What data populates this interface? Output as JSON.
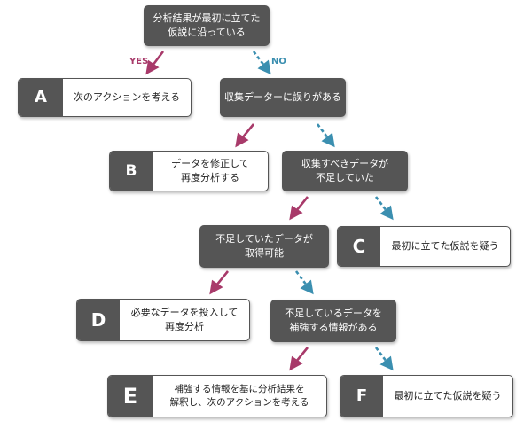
{
  "labels": {
    "yes": "YES",
    "no": "NO"
  },
  "colors": {
    "yes": "#a83a6a",
    "no": "#3b8fb0",
    "box": "#555555"
  },
  "questions": [
    {
      "line1": "分析結果が最初に立てた",
      "line2": "仮説に沿っている"
    },
    {
      "line1": "収集データーに誤りがある",
      "line2": ""
    },
    {
      "line1": "収集すべきデータが",
      "line2": "不足していた"
    },
    {
      "line1": "不足していたデータが",
      "line2": "取得可能"
    },
    {
      "line1": "不足しているデータを",
      "line2": "補強する情報がある"
    }
  ],
  "answers": [
    {
      "letter": "A",
      "line1": "次のアクションを考える",
      "line2": ""
    },
    {
      "letter": "B",
      "line1": "データを修正して",
      "line2": "再度分析する"
    },
    {
      "letter": "C",
      "line1": "最初に立てた仮説を疑う",
      "line2": ""
    },
    {
      "letter": "D",
      "line1": "必要なデータを投入して",
      "line2": "再度分析"
    },
    {
      "letter": "E",
      "line1": "補強する情報を基に分析結果を",
      "line2": "解釈し、次のアクションを考える"
    },
    {
      "letter": "F",
      "line1": "最初に立てた仮説を疑う",
      "line2": ""
    }
  ]
}
